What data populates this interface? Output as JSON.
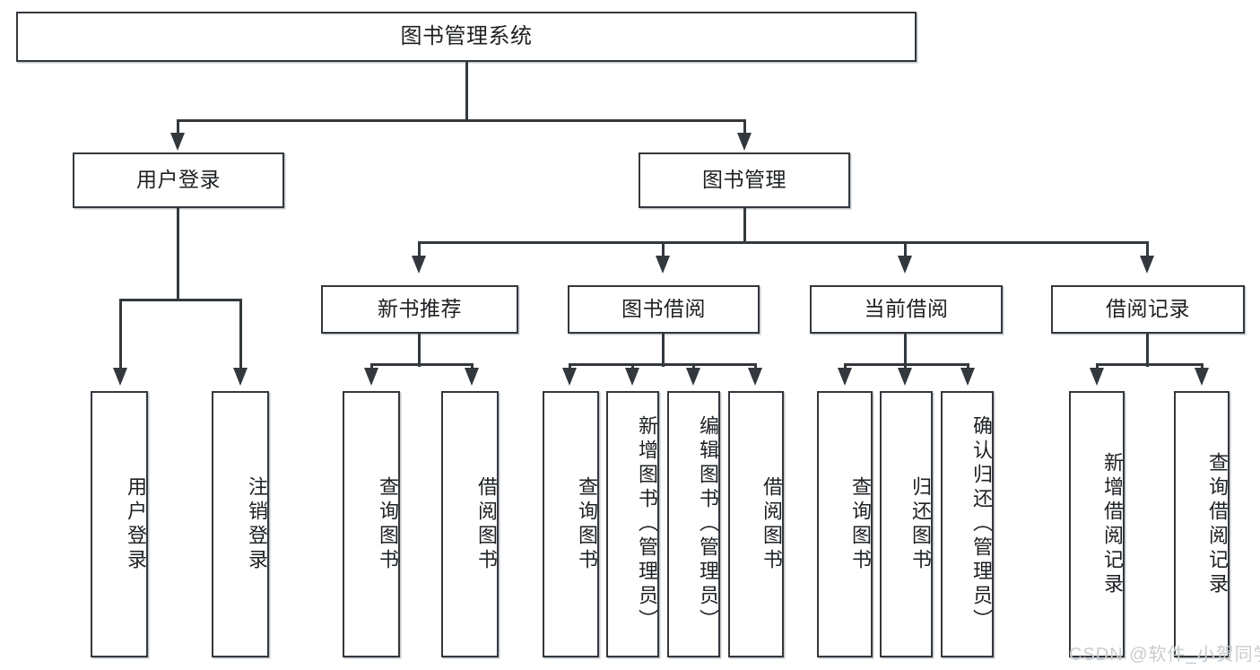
{
  "diagram": {
    "type": "tree-hierarchy",
    "title": "图书管理系统",
    "root": {
      "label": "图书管理系统"
    },
    "level2": [
      {
        "id": "user-login",
        "label": "用户登录"
      },
      {
        "id": "book-management",
        "label": "图书管理"
      }
    ],
    "level3": [
      {
        "id": "new-book-recommend",
        "label": "新书推荐",
        "parent": "book-management"
      },
      {
        "id": "book-borrow",
        "label": "图书借阅",
        "parent": "book-management"
      },
      {
        "id": "current-borrow",
        "label": "当前借阅",
        "parent": "book-management"
      },
      {
        "id": "borrow-record",
        "label": "借阅记录",
        "parent": "book-management"
      }
    ],
    "leaves": [
      {
        "id": "leaf-user-login",
        "label": "用户登录",
        "parent": "user-login"
      },
      {
        "id": "leaf-logout",
        "label": "注销登录",
        "parent": "user-login"
      },
      {
        "id": "leaf-query-books-1",
        "label": "查询图书",
        "parent": "new-book-recommend"
      },
      {
        "id": "leaf-borrow-books-1",
        "label": "借阅图书",
        "parent": "new-book-recommend"
      },
      {
        "id": "leaf-query-books-2",
        "label": "查询图书",
        "parent": "book-borrow"
      },
      {
        "id": "leaf-add-book",
        "label": "新增图书（管理员）",
        "parent": "book-borrow"
      },
      {
        "id": "leaf-edit-book",
        "label": "编辑图书（管理员）",
        "parent": "book-borrow"
      },
      {
        "id": "leaf-borrow-books-2",
        "label": "借阅图书",
        "parent": "book-borrow"
      },
      {
        "id": "leaf-query-books-3",
        "label": "查询图书",
        "parent": "current-borrow"
      },
      {
        "id": "leaf-return-book",
        "label": "归还图书",
        "parent": "current-borrow"
      },
      {
        "id": "leaf-confirm-return",
        "label": "确认归还（管理员）",
        "parent": "current-borrow"
      },
      {
        "id": "leaf-add-record",
        "label": "新增借阅记录",
        "parent": "borrow-record"
      },
      {
        "id": "leaf-query-record",
        "label": "查询借阅记录",
        "parent": "borrow-record"
      }
    ],
    "watermark": "CSDN @软件_小贺同学",
    "colors": {
      "stroke": "#33383d",
      "fill": "#ffffff",
      "text": "#1d2023",
      "watermark": "#c9ccce"
    }
  }
}
